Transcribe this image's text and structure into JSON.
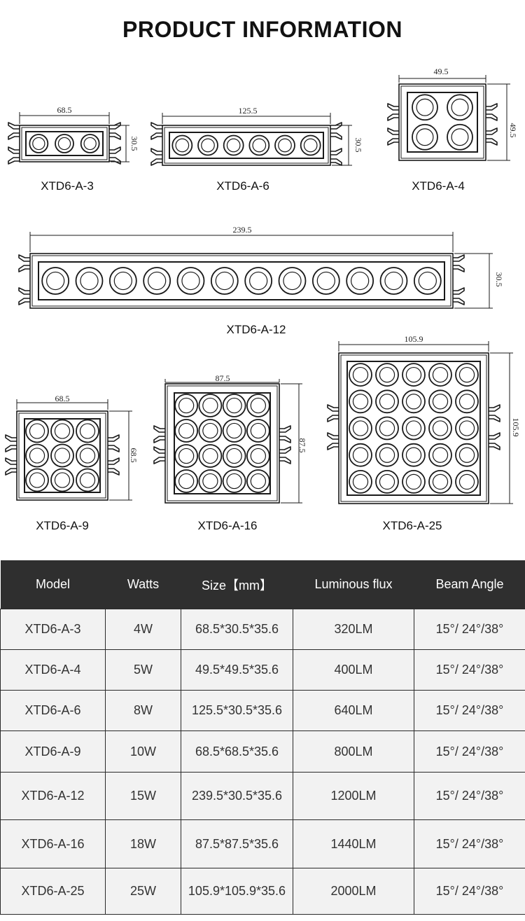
{
  "page": {
    "title": "PRODUCT INFORMATION"
  },
  "drawings": [
    {
      "model": "XTD6-A-3",
      "width_label": "68.5",
      "height_label": "30.5"
    },
    {
      "model": "XTD6-A-6",
      "width_label": "125.5",
      "height_label": "30.5"
    },
    {
      "model": "XTD6-A-4",
      "width_label": "49.5",
      "height_label": "49.5"
    },
    {
      "model": "XTD6-A-12",
      "width_label": "239.5",
      "height_label": "30.5"
    },
    {
      "model": "XTD6-A-9",
      "width_label": "68.5",
      "height_label": "68.5"
    },
    {
      "model": "XTD6-A-16",
      "width_label": "87.5",
      "height_label": "87.5"
    },
    {
      "model": "XTD6-A-25",
      "width_label": "105.9",
      "height_label": "105.9"
    }
  ],
  "table": {
    "headers": [
      "Model",
      "Watts",
      "Size【mm】",
      "Luminous flux",
      "Beam Angle"
    ],
    "rows": [
      [
        "XTD6-A-3",
        "4W",
        "68.5*30.5*35.6",
        "320LM",
        "15°/  24°/38°"
      ],
      [
        "XTD6-A-4",
        "5W",
        "49.5*49.5*35.6",
        "400LM",
        "15°/  24°/38°"
      ],
      [
        "XTD6-A-6",
        "8W",
        "125.5*30.5*35.6",
        "640LM",
        "15°/  24°/38°"
      ],
      [
        "XTD6-A-9",
        "10W",
        "68.5*68.5*35.6",
        "800LM",
        "15°/  24°/38°"
      ],
      [
        "XTD6-A-12",
        "15W",
        "239.5*30.5*35.6",
        "1200LM",
        "15°/  24°/38°"
      ],
      [
        "XTD6-A-16",
        "18W",
        "87.5*87.5*35.6",
        "1440LM",
        "15°/  24°/38°"
      ],
      [
        "XTD6-A-25",
        "25W",
        "105.9*105.9*35.6",
        "2000LM",
        "15°/  24°/38°"
      ]
    ]
  }
}
